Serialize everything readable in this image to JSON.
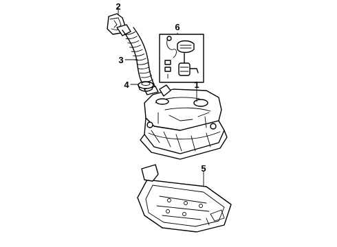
{
  "diagram": {
    "callouts": [
      {
        "id": "1",
        "label": "1"
      },
      {
        "id": "2",
        "label": "2"
      },
      {
        "id": "3",
        "label": "3"
      },
      {
        "id": "4",
        "label": "4"
      },
      {
        "id": "5",
        "label": "5"
      },
      {
        "id": "6",
        "label": "6"
      }
    ],
    "parts": [
      {
        "callout": "1",
        "name": "fuel-tank"
      },
      {
        "callout": "2",
        "name": "filler-neck-clamp"
      },
      {
        "callout": "3",
        "name": "filler-hose"
      },
      {
        "callout": "4",
        "name": "grommet"
      },
      {
        "callout": "5",
        "name": "tank-protector-skid-plate"
      },
      {
        "callout": "6",
        "name": "fuel-pump-sender-assembly"
      }
    ]
  }
}
